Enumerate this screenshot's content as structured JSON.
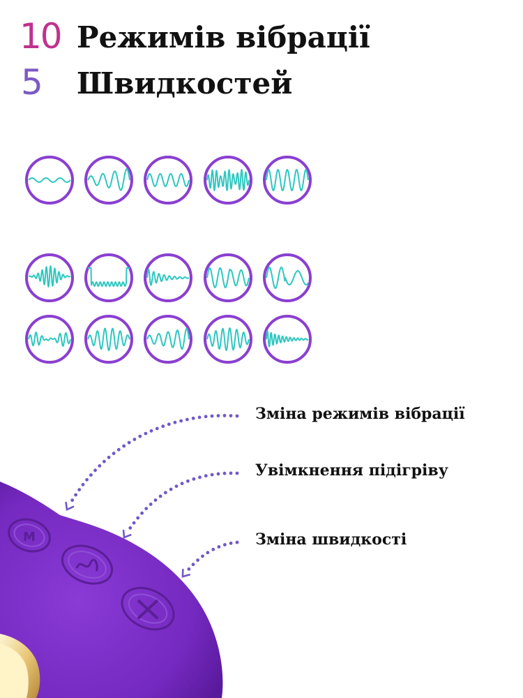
{
  "header": {
    "modes": {
      "number": "10",
      "label": "Режимів вібрації",
      "color": "#c0318f"
    },
    "speeds": {
      "number": "5",
      "label": "Швидкостей",
      "color": "#7b5bc4"
    }
  },
  "icon_style": {
    "ring_color": "#8a3fd1",
    "wave_color": "#2ec7c0"
  },
  "wave_icons": [
    {
      "name": "speed-1-icon"
    },
    {
      "name": "speed-2-icon"
    },
    {
      "name": "speed-3-icon"
    },
    {
      "name": "speed-4-icon"
    },
    {
      "name": "speed-5-icon"
    },
    {
      "name": "mode-1-icon"
    },
    {
      "name": "mode-2-icon"
    },
    {
      "name": "mode-3-icon"
    },
    {
      "name": "mode-4-icon"
    },
    {
      "name": "mode-5-icon"
    },
    {
      "name": "mode-6-icon"
    },
    {
      "name": "mode-7-icon"
    },
    {
      "name": "mode-8-icon"
    },
    {
      "name": "mode-9-icon"
    },
    {
      "name": "mode-10-icon"
    }
  ],
  "callouts": {
    "mode_switch": "Зміна режимів вібрації",
    "heating": "Увімкнення підігріву",
    "speed_switch": "Зміна швидкості"
  },
  "product": {
    "body_color": "#7a2fc4",
    "arrow_color": "#7058c8"
  }
}
